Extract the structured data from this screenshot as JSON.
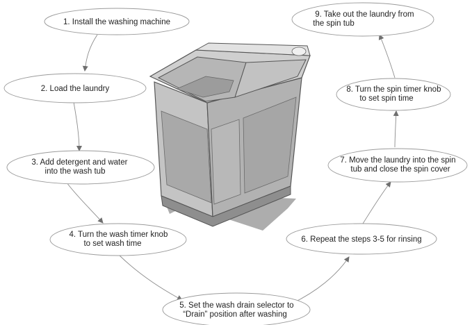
{
  "steps": [
    {
      "lines": [
        "1. Install the washing machine"
      ]
    },
    {
      "lines": [
        "2. Load the laundry"
      ]
    },
    {
      "lines": [
        "3. Add detergent and water",
        "into the wash tub"
      ]
    },
    {
      "lines": [
        "4. Turn the wash timer knob",
        "to set wash time"
      ]
    },
    {
      "lines": [
        "5. Set the wash drain selector to",
        "“Drain” position after washing"
      ]
    },
    {
      "lines": [
        "6. Repeat the steps 3-5 for rinsing"
      ]
    },
    {
      "lines": [
        "7. Move the laundry into the spin",
        "tub and close the spin cover"
      ]
    },
    {
      "lines": [
        "8. Turn the spin timer knob",
        "to set spin time"
      ]
    },
    {
      "lines": [
        "9. Take out the laundry from",
        "the spin tub"
      ]
    }
  ],
  "colors": {
    "outline": "#9a9a9a",
    "arrow": "#8c8c8c",
    "machine_body": "#bdbdbd",
    "machine_dark": "#8e8e8e",
    "machine_light": "#d8d8d8"
  },
  "icons": {
    "machine": "twin-tub-washing-machine-icon"
  }
}
